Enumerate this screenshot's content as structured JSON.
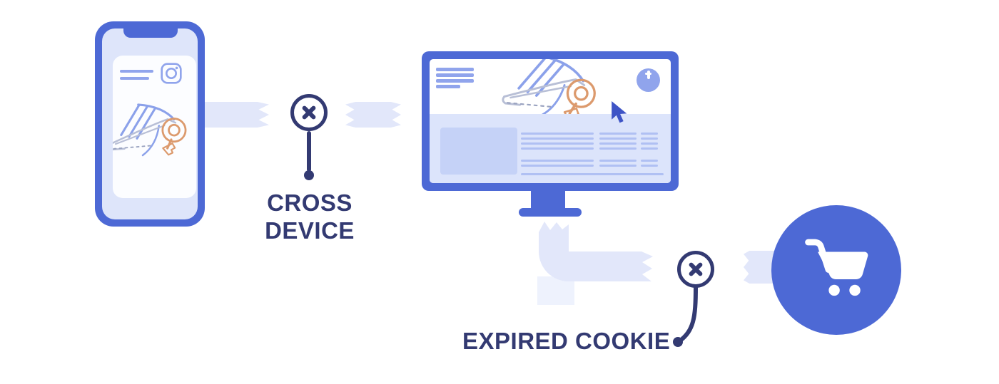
{
  "diagram": {
    "breaks": [
      {
        "id": "cross-device",
        "label": "CROSS DEVICE",
        "icon": "x-circle-icon"
      },
      {
        "id": "expired-cookie",
        "label": "EXPIRED COOKIE",
        "icon": "x-circle-icon"
      }
    ],
    "phone": {
      "icons": [
        "instagram-icon",
        "sneaker-illustration"
      ]
    },
    "monitor": {
      "icons": [
        "menu-lines-icon",
        "sneaker-illustration",
        "avatar-icon",
        "cursor-icon"
      ]
    },
    "cart": {
      "icon": "shopping-cart-icon"
    }
  },
  "colors": {
    "primary_blue": "#4d69d5",
    "navy": "#333a72",
    "ribbon": "#e2e7fa",
    "ribbon_faint": "#eef2fd",
    "periwinkle": "#90a4ec",
    "content_bg": "#dce4fb",
    "placeholder": "#c5d2f7",
    "text_line": "#b0c0f3",
    "cursor_blue": "#3e54c6",
    "phone_screen": "#dee5fa",
    "card_bg": "#fcfdff",
    "sneaker_blue": "#8ba1ea",
    "sneaker_gray": "#b8bfd6",
    "sneaker_orange": "#dc9a6d",
    "background": "#ffffff"
  }
}
